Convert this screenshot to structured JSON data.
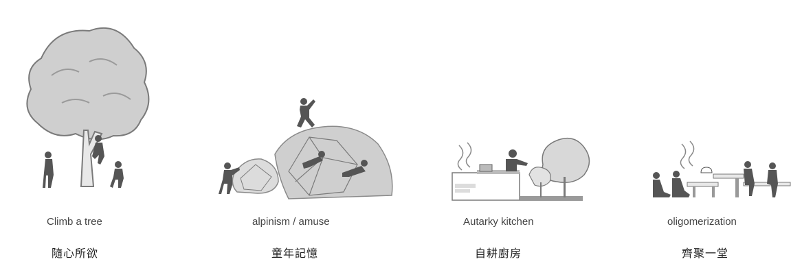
{
  "panels": [
    {
      "title": "Climb a tree",
      "subtitle": "隨心所欲",
      "icon": "tree-climbing-illustration"
    },
    {
      "title": "alpinism / amuse",
      "subtitle": "童年記憶",
      "icon": "rock-climbing-illustration"
    },
    {
      "title": "Autarky kitchen",
      "subtitle": "自耕廚房",
      "icon": "outdoor-kitchen-illustration"
    },
    {
      "title": "oligomerization",
      "subtitle": "齊聚一堂",
      "icon": "gathering-illustration"
    }
  ],
  "colors": {
    "foliage": "#cfcfcf",
    "outline": "#7a7a7a",
    "figure": "#555555",
    "ground": "#9a9a9a"
  }
}
